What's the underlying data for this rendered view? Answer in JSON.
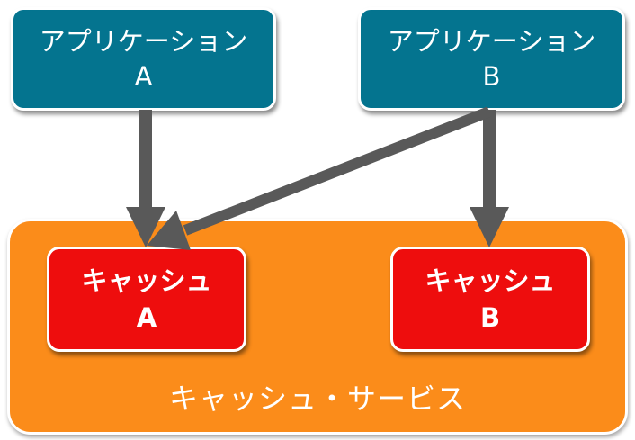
{
  "applications": [
    {
      "name": "アプリケーション",
      "id_label": "A"
    },
    {
      "name": "アプリケーション",
      "id_label": "B"
    }
  ],
  "service": {
    "label": "キャッシュ・サービス"
  },
  "caches": [
    {
      "name": "キャッシュ",
      "id_label": "A"
    },
    {
      "name": "キャッシュ",
      "id_label": "B"
    }
  ],
  "colors": {
    "application_box": "#04748f",
    "service_box": "#fb8c1a",
    "cache_box": "#ee0d0d",
    "arrow": "#595959"
  }
}
